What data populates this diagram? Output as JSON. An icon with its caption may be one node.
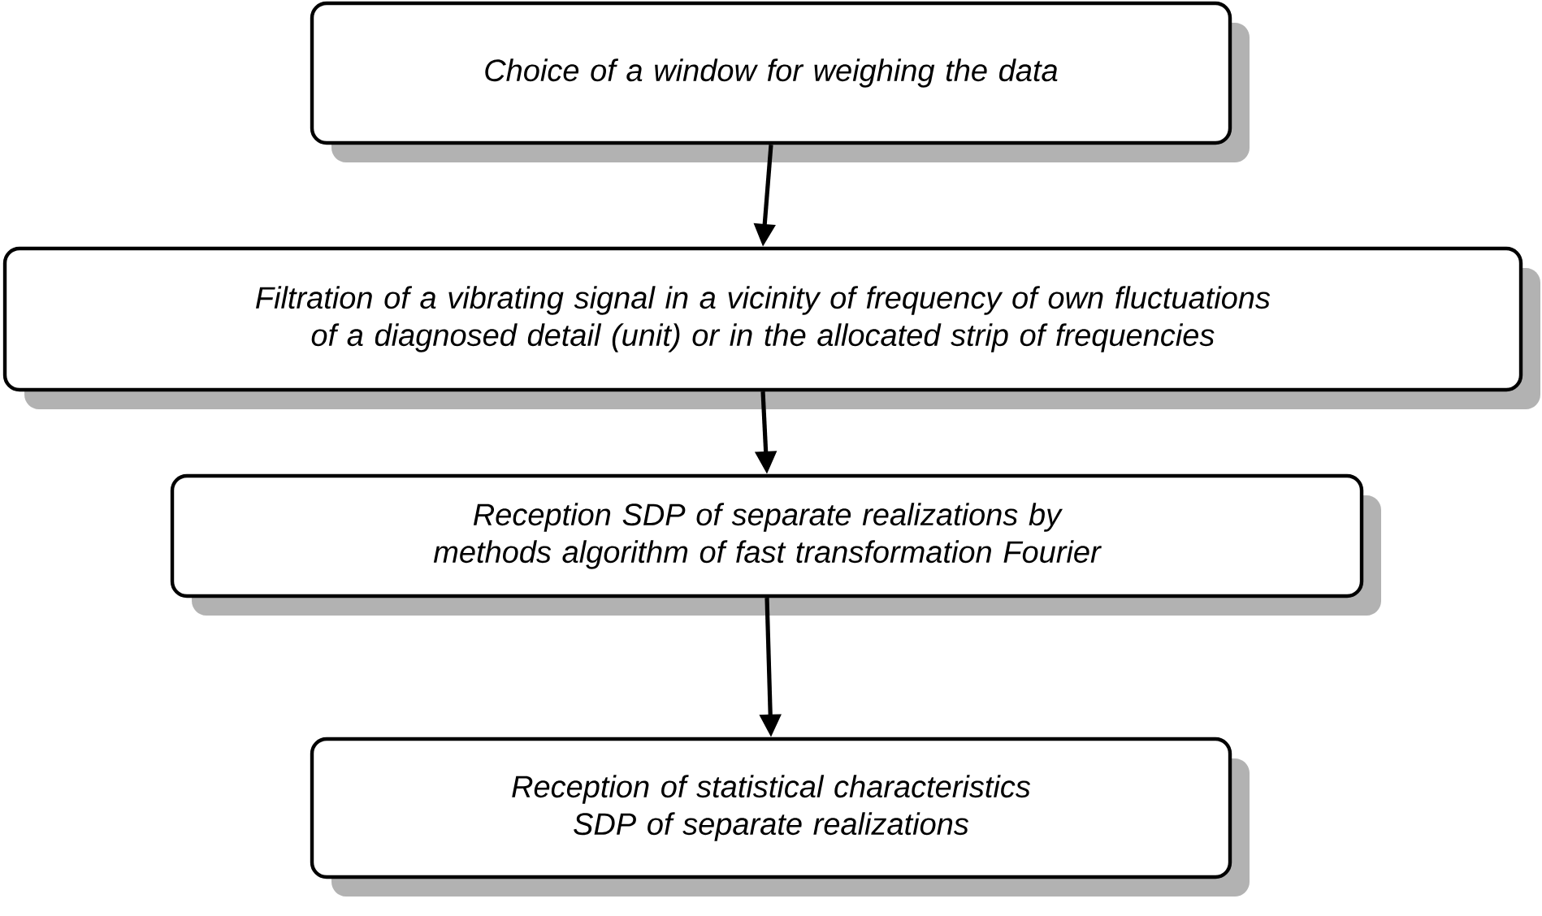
{
  "diagram": {
    "nodes": [
      {
        "text": [
          "Choice of a window for weighing the data"
        ]
      },
      {
        "text": [
          "Filtration of a vibrating signal in a vicinity of frequency of own fluctuations of a diagnosed detail (unit) or in the allocated strip of frequencies"
        ]
      },
      {
        "text": [
          "Reception SDP of separate realizations by methods algorithm of fast transformation Fourier"
        ]
      },
      {
        "text": [
          "Reception of statistical characteristics SDP of separate realizations"
        ]
      }
    ],
    "edges": [
      {
        "from": 0,
        "to": 1,
        "arrow": "to"
      },
      {
        "from": 1,
        "to": 2,
        "arrow": "to"
      },
      {
        "from": 2,
        "to": 3,
        "arrow": "to"
      }
    ]
  }
}
